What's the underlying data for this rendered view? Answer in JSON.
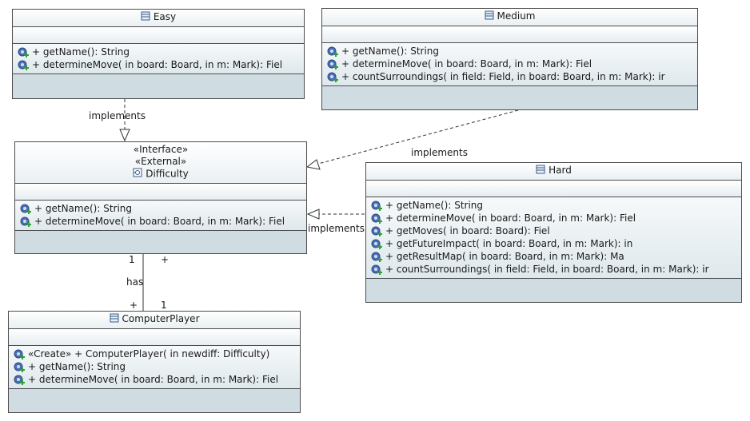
{
  "classes": {
    "easy": {
      "name": "Easy",
      "ops": [
        "+ getName(): String",
        "+ determineMove(  in board: Board,   in m: Mark): Fiel"
      ]
    },
    "medium": {
      "name": "Medium",
      "ops": [
        "+ getName(): String",
        "+ determineMove(  in board: Board,   in m: Mark): Fiel",
        "+ countSurroundings(  in field: Field,   in board: Board,   in m: Mark): ir"
      ]
    },
    "difficulty": {
      "stereo1": "«Interface»",
      "stereo2": "«External»",
      "name": "Difficulty",
      "ops": [
        "+ getName(): String",
        "+ determineMove(  in board: Board,   in m: Mark): Fiel"
      ]
    },
    "hard": {
      "name": "Hard",
      "ops": [
        "+ getName(): String",
        "+ determineMove(  in board: Board,   in m: Mark): Fiel",
        "+ getMoves(  in board: Board): Fiel",
        "+ getFutureImpact(  in board: Board,   in m: Mark): in",
        "+ getResultMap(  in board: Board,   in m: Mark): Ma",
        "+ countSurroundings(  in field: Field,   in board: Board,   in m: Mark): ir"
      ]
    },
    "computerplayer": {
      "name": "ComputerPlayer",
      "ops": [
        "«Create»  + ComputerPlayer(  in newdiff: Difficulty)",
        "+ getName(): String",
        "+ determineMove(  in board: Board,   in m: Mark): Fiel"
      ]
    }
  },
  "relations": {
    "easy_impl": "implements",
    "medium_impl": "implements",
    "hard_impl": "implements",
    "assoc_label": "has",
    "assoc_top_left": "1",
    "assoc_top_right": "+",
    "assoc_bottom_left": "+",
    "assoc_bottom_right": "1"
  },
  "colors": {
    "border": "#4d4d4d",
    "compartment_bottom": "#cfdde2",
    "method_icon": "#4a6fb5",
    "method_plus": "#2f9e3a"
  }
}
